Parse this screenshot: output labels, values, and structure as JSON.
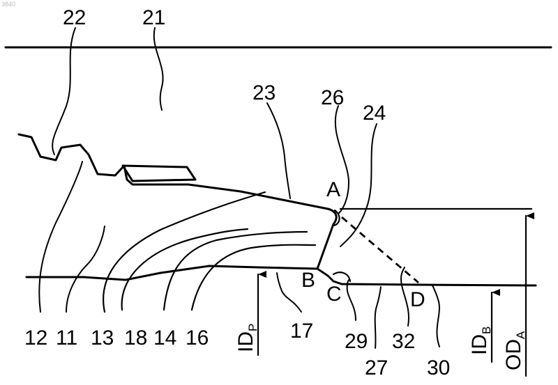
{
  "corner_mark": "3840",
  "reference_numerals": {
    "n22": "22",
    "n21": "21",
    "n23": "23",
    "n26": "26",
    "n24": "24",
    "n12": "12",
    "n11": "11",
    "n13": "13",
    "n18": "18",
    "n14": "14",
    "n16": "16",
    "n17": "17",
    "n29": "29",
    "n32": "32",
    "n27": "27",
    "n30": "30"
  },
  "point_letters": {
    "A": "A",
    "B": "B",
    "C": "C",
    "D": "D"
  },
  "dimensions": {
    "idp_main": "ID",
    "idp_sub": "P",
    "idb_main": "ID",
    "idb_sub": "B",
    "oda_main": "OD",
    "oda_sub": "A"
  }
}
